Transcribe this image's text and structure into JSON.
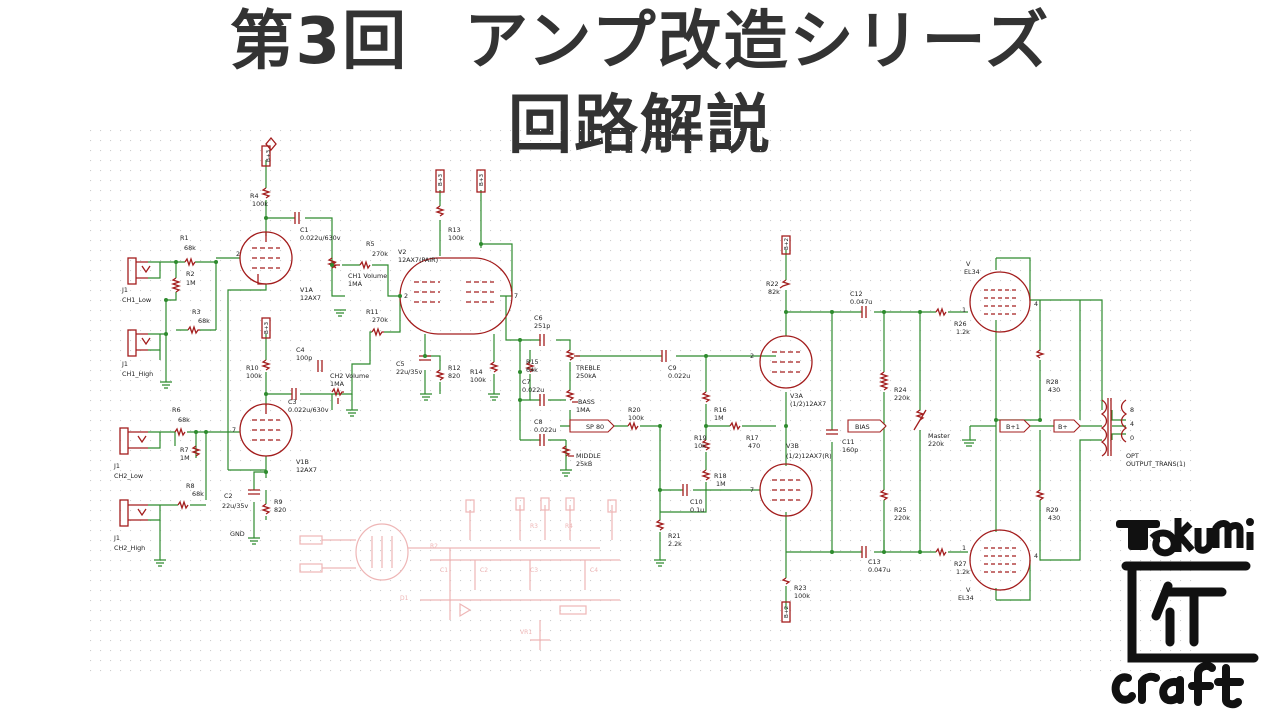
{
  "title": {
    "line1_a": "第3回",
    "line1_b": "アンプ改造シリーズ",
    "line2": "回路解説"
  },
  "colors": {
    "wire": "#2e8b2e",
    "part": "#a31d1d",
    "text": "#222222",
    "ghost": "#eeb6b6",
    "title": "#333333"
  },
  "labels": {
    "J1a": "J1",
    "J1a_name": "CH1_Low",
    "J1b": "J1",
    "J1b_name": "CH1_High",
    "J2a": "J1",
    "J2a_name": "CH2_Low",
    "J2b": "J1",
    "J2b_name": "CH2_High",
    "R1": "R1",
    "R1v": "68k",
    "R2": "R2",
    "R2v": "1M",
    "R3": "R3",
    "R3v": "68k",
    "R4": "R4",
    "R4v": "100k",
    "C1": "C1",
    "C1v": "0.022u/630v",
    "V1A": "V1A",
    "V1Av": "12AX7",
    "R5": "R5",
    "R5v": "270k",
    "CH1": "CH1 Volume",
    "CH1v": "1MA",
    "V2": "V2",
    "V2v": "12AX7(PAIR)",
    "R13": "R13",
    "R13v": "100k",
    "R11": "R11",
    "R11v": "270k",
    "C4": "C4",
    "C4v": "100p",
    "CH2": "CH2 Volume",
    "CH2v": "1MA",
    "C3": "C3",
    "C3v": "0.022u/630v",
    "R10": "R10",
    "R10v": "100k",
    "R6": "R6",
    "R6v": "68k",
    "R7": "R7",
    "R7v": "1M",
    "R8": "R8",
    "R8v": "68k",
    "V1B": "V1B",
    "V1Bv": "12AX7",
    "C2": "C2",
    "C2v": "22u/35v",
    "R9": "R9",
    "R9v": "820",
    "GND": "GND",
    "C5": "C5",
    "C5v": "22u/35v",
    "R12": "R12",
    "R12v": "820",
    "R14": "R14",
    "R14v": "100k",
    "C6": "C6",
    "C6v": "251p",
    "R15": "R15",
    "R15v": "64k",
    "TREBLE": "TREBLE",
    "TREBLEv": "250kA",
    "C7": "C7",
    "C7v": "0.022u",
    "BASS": "BASS",
    "BASSv": "1MA",
    "C8": "C8",
    "C8v": "0.022u",
    "MIDDLE": "MIDDLE",
    "MIDDLEv": "25kB",
    "SP80": "SP 80",
    "R20": "R20",
    "R20v": "100k",
    "C9": "C9",
    "C9v": "0.022u",
    "R16": "R16",
    "R16v": "1M",
    "R19": "R19",
    "R19v": "10k",
    "R17": "R17",
    "R17v": "470",
    "R18": "R18",
    "R18v": "1M",
    "C10": "C10",
    "C10v": "0.1u",
    "R21": "R21",
    "R21v": "2.2k",
    "R22": "R22",
    "R22v": "82k",
    "V3A": "V3A",
    "V3Av": "(1/2)12AX7",
    "V3B": "V3B",
    "V3Bv": "(1/2)12AX7(R)",
    "R23": "R23",
    "R23v": "100k",
    "C11": "C11",
    "C11v": "160p",
    "C12": "C12",
    "C12v": "0.047u",
    "C13": "C13",
    "C13v": "0.047u",
    "R24": "R24",
    "R24v": "220k",
    "R25": "R25",
    "R25v": "220k",
    "BIAS": "BIAS",
    "Master": "Master",
    "Masterv": "220k",
    "R26": "R26",
    "R26v": "1.2k",
    "R27": "R27",
    "R27v": "1.2k",
    "VT": "V",
    "VTv": "EL34",
    "VB": "V",
    "VBv": "EL34",
    "R28": "R28",
    "R28v": "430",
    "R29": "R29",
    "R29v": "430",
    "Bp1": "B+1",
    "Bp": "B+",
    "OPT": "OPT",
    "OPTv": "OUTPUT_TRANS(1)",
    "B3a": "B+3",
    "B3b": "B+3",
    "B3c": "B+3",
    "B3d": "B+3",
    "B2a": "B+2",
    "B2b": "B+2",
    "pin2a": "2",
    "pin7a": "7",
    "pin2b": "2",
    "pin7b": "7",
    "pin1": "1",
    "pin8": "8",
    "o8": "8",
    "o4": "4",
    "o0": "0"
  },
  "logo": {
    "top": "Takumi",
    "mid": "匠",
    "bottom": "craft"
  }
}
